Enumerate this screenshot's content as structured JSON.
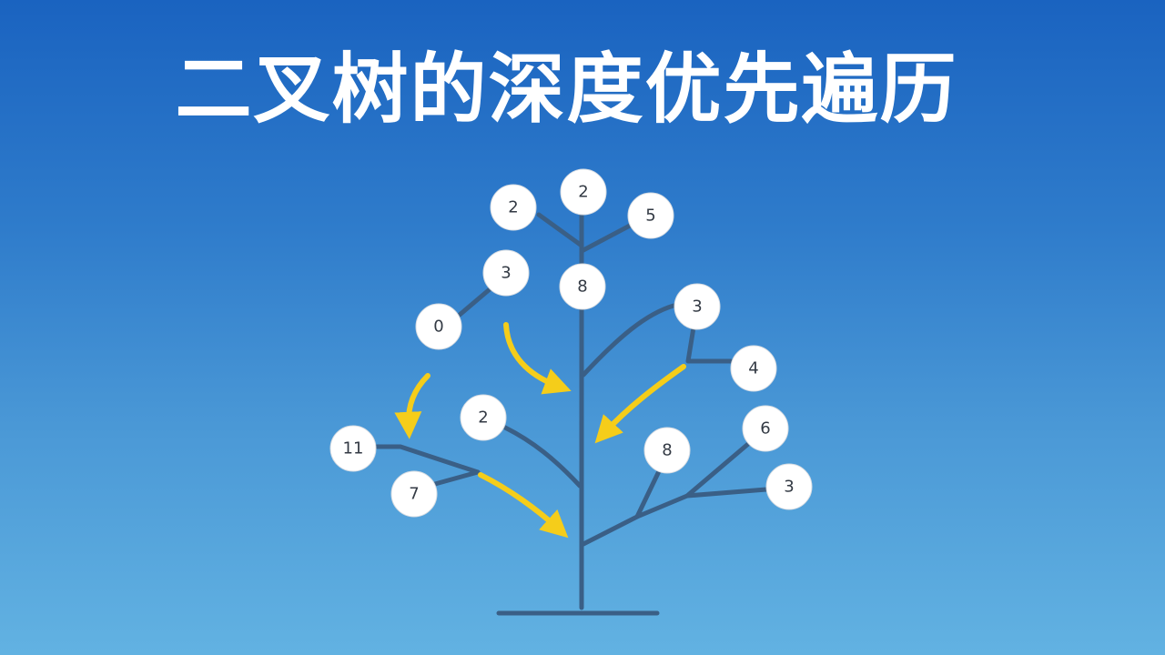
{
  "title": "二叉树的深度优先遍历",
  "colors": {
    "branch": "#3a5f86",
    "arrow": "#f5cd1a",
    "node_fill": "#ffffff",
    "title": "#ffffff"
  },
  "nodes": [
    {
      "id": "top-center",
      "label": "2"
    },
    {
      "id": "top-left",
      "label": "2"
    },
    {
      "id": "top-right",
      "label": "5"
    },
    {
      "id": "upper-left",
      "label": "3"
    },
    {
      "id": "center",
      "label": "8"
    },
    {
      "id": "far-left",
      "label": "0"
    },
    {
      "id": "right-upper",
      "label": "3"
    },
    {
      "id": "right-mid",
      "label": "4"
    },
    {
      "id": "mid-left",
      "label": "2"
    },
    {
      "id": "lower-left-a",
      "label": "11"
    },
    {
      "id": "lower-left-b",
      "label": "7"
    },
    {
      "id": "lower-right-a",
      "label": "8"
    },
    {
      "id": "lower-right-b",
      "label": "6"
    },
    {
      "id": "lower-right-c",
      "label": "3"
    }
  ],
  "arrows": [
    "left-down",
    "center-down",
    "right-down-left",
    "lower-down-right"
  ]
}
